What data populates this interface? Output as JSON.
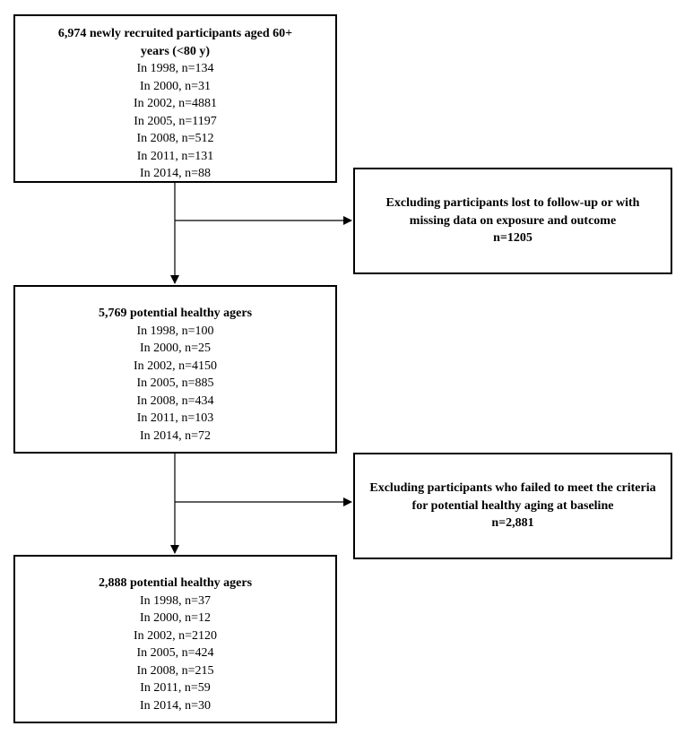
{
  "boxes": [
    {
      "title": "6,974 newly recruited participants aged 60+ years (<80 y)",
      "items": [
        "In 1998, n=134",
        "In 2000, n=31",
        "In 2002, n=4881",
        "In 2005, n=1197",
        "In 2008, n=512",
        "In 2011, n=131",
        "In 2014, n=88"
      ]
    },
    {
      "title": "5,769 potential healthy agers",
      "items": [
        "In 1998, n=100",
        "In 2000, n=25",
        "In 2002, n=4150",
        "In 2005, n=885",
        "In 2008, n=434",
        "In 2011, n=103",
        "In 2014, n=72"
      ]
    },
    {
      "title": "2,888 potential healthy agers",
      "items": [
        "In 1998, n=37",
        "In 2000, n=12",
        "In 2002, n=2120",
        "In 2005, n=424",
        "In 2008, n=215",
        "In 2011, n=59",
        "In 2014, n=30"
      ]
    }
  ],
  "exclusions": [
    {
      "text": "Excluding participants lost to follow-up or with missing data on exposure and outcome",
      "count": "n=1205"
    },
    {
      "text": "Excluding participants who failed to meet the criteria for potential healthy aging at baseline",
      "count": "n=2,881"
    }
  ]
}
